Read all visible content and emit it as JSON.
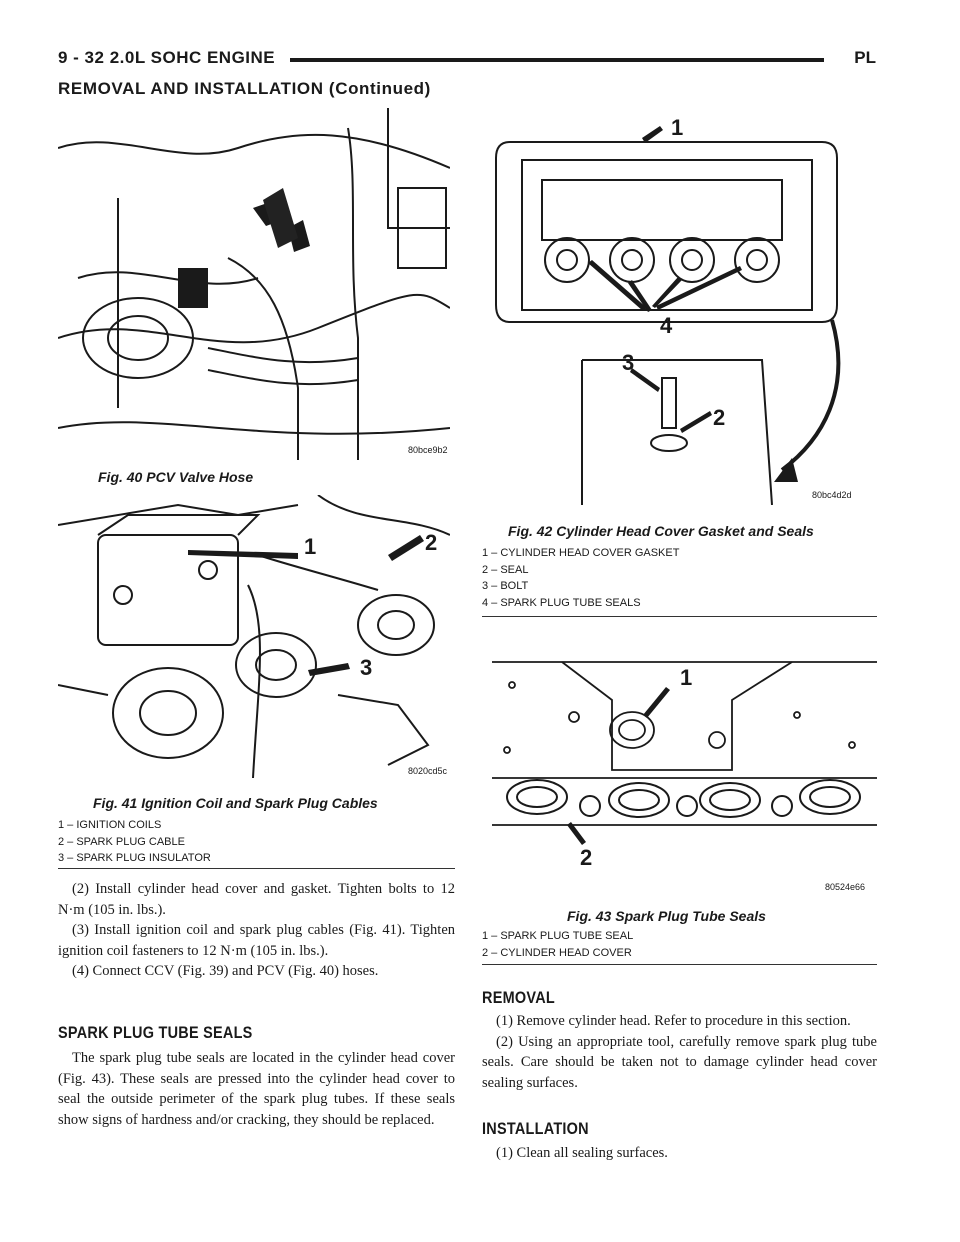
{
  "header": {
    "page_ref": "9 - 32     2.0L SOHC ENGINE",
    "section_code": "PL",
    "continued_title": "REMOVAL AND INSTALLATION (Continued)"
  },
  "fig40": {
    "caption": "Fig. 40 PCV Valve Hose",
    "code": "80bce9b2"
  },
  "fig41": {
    "caption": "Fig. 41 Ignition Coil and Spark Plug Cables",
    "code": "8020cd5c",
    "callouts": [
      "1",
      "2",
      "3"
    ],
    "legend": [
      "1 – IGNITION COILS",
      "2 – SPARK PLUG CABLE",
      "3 – SPARK PLUG INSULATOR"
    ]
  },
  "fig42": {
    "caption": "Fig. 42 Cylinder Head Cover Gasket and Seals",
    "code": "80bc4d2d",
    "callouts": [
      "1",
      "2",
      "3",
      "4"
    ],
    "legend": [
      "1 – CYLINDER HEAD COVER GASKET",
      "2 – SEAL",
      "3 – BOLT",
      "4 – SPARK PLUG TUBE SEALS"
    ]
  },
  "fig43": {
    "caption": "Fig. 43 Spark Plug Tube Seals",
    "code": "80524e66",
    "callouts": [
      "1",
      "2"
    ],
    "legend": [
      "1 – SPARK PLUG TUBE SEAL",
      "2 – CYLINDER HEAD COVER"
    ]
  },
  "left_text": {
    "steps": [
      "(2) Install cylinder head cover and gasket. Tighten bolts to 12 N·m (105 in. lbs.).",
      "(3) Install ignition coil and spark plug cables (Fig. 41). Tighten ignition coil fasteners to 12 N·m (105 in. lbs.).",
      "(4) Connect CCV (Fig. 39) and PCV (Fig. 40) hoses."
    ],
    "section_heading": "SPARK PLUG TUBE SEALS",
    "section_paragraph": "The spark plug tube seals are located in the cylinder head cover (Fig. 43). These seals are pressed into the cylinder head cover to seal the outside perimeter of the spark plug tubes. If these seals show signs of hardness and/or cracking, they should be replaced."
  },
  "right_text": {
    "removal_heading": "REMOVAL",
    "removal_steps": [
      "(1) Remove cylinder head. Refer to procedure in this section.",
      "(2) Using an appropriate tool, carefully remove spark plug tube seals. Care should be taken not to damage cylinder head cover sealing surfaces."
    ],
    "installation_heading": "INSTALLATION",
    "installation_steps": [
      "(1) Clean all sealing surfaces."
    ]
  }
}
